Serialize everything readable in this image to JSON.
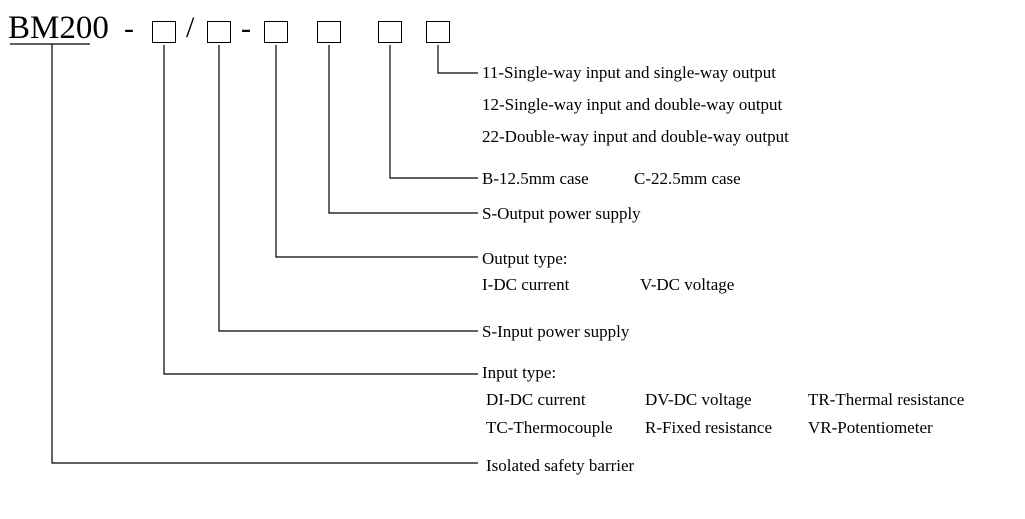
{
  "model": {
    "prefix": "BM200",
    "sep1": "-",
    "sep2": "/",
    "sep3": "-"
  },
  "legend": {
    "io_config": [
      "11-Single-way input and single-way output",
      "12-Single-way input and double-way output",
      "22-Double-way input and double-way output"
    ],
    "case_b": "B-12.5mm case",
    "case_c": "C-22.5mm case",
    "output_power": "S-Output power supply",
    "output_type_title": "Output type:",
    "output_i": "I-DC current",
    "output_v": "V-DC voltage",
    "input_power": "S-Input power supply",
    "input_type_title": "Input type:",
    "input_di": "DI-DC current",
    "input_dv": "DV-DC voltage",
    "input_tr": "TR-Thermal resistance",
    "input_tc": "TC-Thermocouple",
    "input_r": "R-Fixed resistance",
    "input_vr": "VR-Potentiometer",
    "product": "Isolated safety barrier"
  }
}
